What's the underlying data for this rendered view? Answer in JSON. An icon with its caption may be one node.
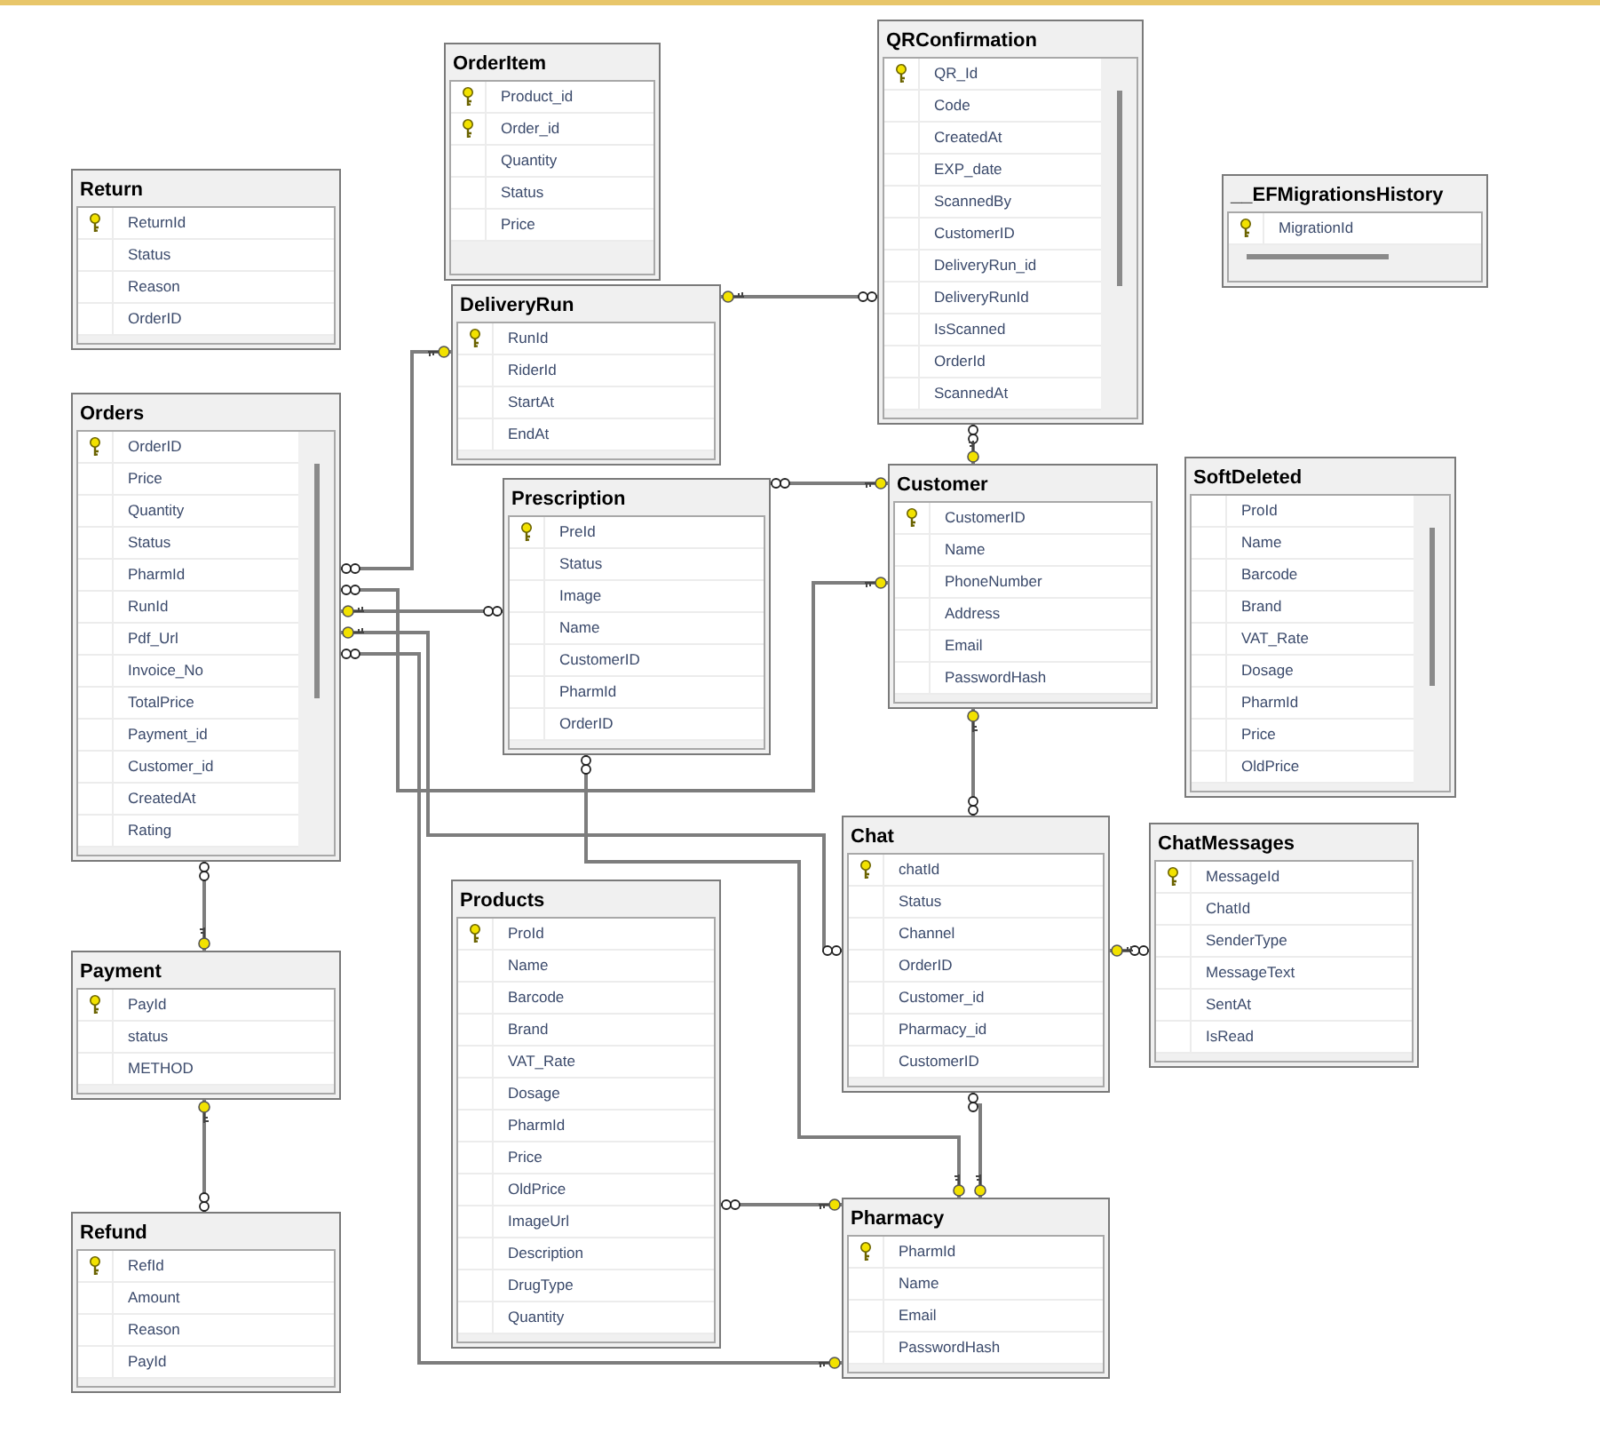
{
  "diagram": {
    "nodes": [
      {
        "text": [
          "OrderItem",
          "Product_id",
          "Order_id",
          "Quantity",
          "Status",
          "Price"
        ]
      },
      {
        "text": [
          "Return",
          "ReturnId",
          "Status",
          "Reason",
          "OrderID"
        ]
      },
      {
        "text": [
          "QRConfirmation",
          "QR_Id",
          "Code",
          "CreatedAt",
          "EXP_date",
          "ScannedBy",
          "CustomerID",
          "DeliveryRun_id",
          "DeliveryRunId",
          "IsScanned",
          "OrderId",
          "ScannedAt"
        ]
      },
      {
        "text": [
          "__EFMigrationsHistory",
          "MigrationId"
        ]
      },
      {
        "text": [
          "DeliveryRun",
          "RunId",
          "RiderId",
          "StartAt",
          "EndAt"
        ]
      },
      {
        "text": [
          "Orders",
          "OrderID",
          "Price",
          "Quantity",
          "Status",
          "PharmId",
          "RunId",
          "Pdf_Url",
          "Invoice_No",
          "TotalPrice",
          "Payment_id",
          "Customer_id",
          "CreatedAt",
          "Rating"
        ]
      },
      {
        "text": [
          "Prescription",
          "PreId",
          "Status",
          "Image",
          "Name",
          "CustomerID",
          "PharmId",
          "OrderID"
        ]
      },
      {
        "text": [
          "Customer",
          "CustomerID",
          "Name",
          "PhoneNumber",
          "Address",
          "Email",
          "PasswordHash"
        ]
      },
      {
        "text": [
          "SoftDeleted",
          "ProId",
          "Name",
          "Barcode",
          "Brand",
          "VAT_Rate",
          "Dosage",
          "PharmId",
          "Price",
          "OldPrice"
        ]
      },
      {
        "text": [
          "Chat",
          "chatId",
          "Status",
          "Channel",
          "OrderID",
          "Customer_id",
          "Pharmacy_id",
          "CustomerID"
        ]
      },
      {
        "text": [
          "ChatMessages",
          "MessageId",
          "ChatId",
          "SenderType",
          "MessageText",
          "SentAt",
          "IsRead"
        ]
      },
      {
        "text": [
          "Payment",
          "PayId",
          "status",
          "METHOD"
        ]
      },
      {
        "text": [
          "Products",
          "ProId",
          "Name",
          "Barcode",
          "Brand",
          "VAT_Rate",
          "Dosage",
          "PharmId",
          "Price",
          "OldPrice",
          "ImageUrl",
          "Description",
          "DrugType",
          "Quantity"
        ]
      },
      {
        "text": [
          "Refund",
          "RefId",
          "Amount",
          "Reason",
          "PayId"
        ]
      },
      {
        "text": [
          "Pharmacy",
          "PharmId",
          "Name",
          "Email",
          "PasswordHash"
        ]
      }
    ],
    "edges": [
      {
        "from": 2,
        "to": 4,
        "arrow": "other"
      },
      {
        "from": 2,
        "to": 7,
        "arrow": "other"
      },
      {
        "from": 5,
        "to": 4,
        "arrow": "other"
      },
      {
        "from": 5,
        "to": 7,
        "arrow": "other"
      },
      {
        "from": 6,
        "to": 5,
        "arrow": "other"
      },
      {
        "from": 9,
        "to": 5,
        "arrow": "other"
      },
      {
        "from": 5,
        "to": 14,
        "arrow": "other"
      },
      {
        "from": 6,
        "to": 14,
        "arrow": "other"
      },
      {
        "from": 9,
        "to": 14,
        "arrow": "other"
      },
      {
        "from": 12,
        "to": 14,
        "arrow": "other"
      },
      {
        "from": 9,
        "to": 7,
        "arrow": "other"
      },
      {
        "from": 6,
        "to": 7,
        "arrow": "other"
      },
      {
        "from": 10,
        "to": 9,
        "arrow": "other"
      },
      {
        "from": 5,
        "to": 11,
        "arrow": "other"
      },
      {
        "from": 13,
        "to": 11,
        "arrow": "other"
      }
    ]
  }
}
